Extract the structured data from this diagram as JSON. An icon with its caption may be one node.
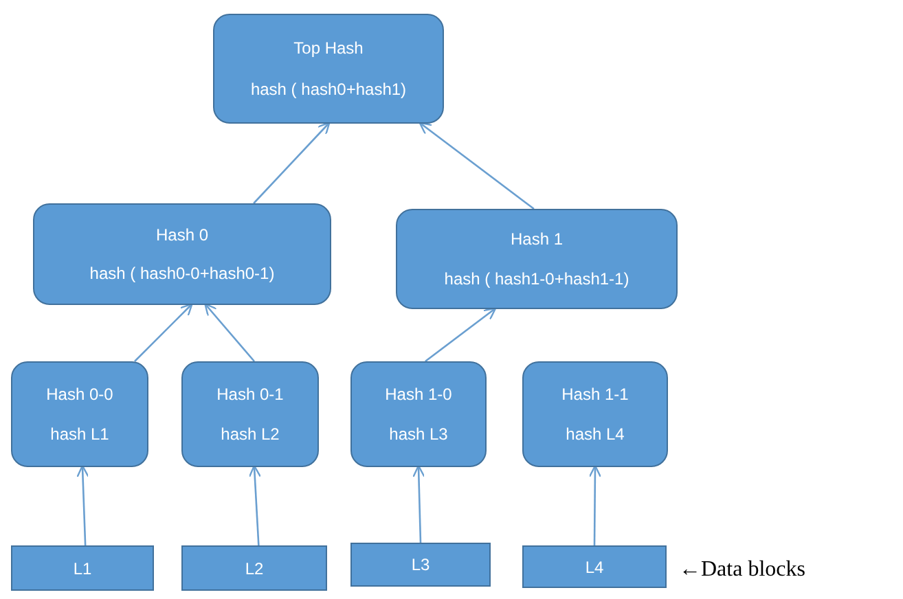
{
  "diagram": {
    "nodes": [
      {
        "text": [
          "Top Hash",
          "hash ( hash0+hash1)"
        ]
      },
      {
        "text": [
          "Hash 0",
          "hash ( hash0-0+hash0-1)"
        ]
      },
      {
        "text": [
          "Hash 1",
          "hash ( hash1-0+hash1-1)"
        ]
      },
      {
        "text": [
          "Hash 0-0",
          "hash L1"
        ]
      },
      {
        "text": [
          "Hash 0-1",
          "hash L2"
        ]
      },
      {
        "text": [
          "Hash 1-0",
          "hash L3"
        ]
      },
      {
        "text": [
          "Hash 1-1",
          "hash L4"
        ]
      },
      {
        "text": [
          "L1"
        ]
      },
      {
        "text": [
          "L2"
        ]
      },
      {
        "text": [
          "L3"
        ]
      },
      {
        "text": [
          "L4"
        ]
      }
    ],
    "edges": [
      {
        "from": 1,
        "to": 0,
        "arrow": "to"
      },
      {
        "from": 2,
        "to": 0,
        "arrow": "to"
      },
      {
        "from": 3,
        "to": 1,
        "arrow": "to"
      },
      {
        "from": 4,
        "to": 1,
        "arrow": "to"
      },
      {
        "from": 5,
        "to": 2,
        "arrow": "to"
      },
      {
        "from": 7,
        "to": 3,
        "arrow": "to"
      },
      {
        "from": 8,
        "to": 4,
        "arrow": "to"
      },
      {
        "from": 9,
        "to": 5,
        "arrow": "to"
      },
      {
        "from": 10,
        "to": 6,
        "arrow": "to"
      }
    ],
    "labels": [
      "←Data blocks"
    ]
  }
}
